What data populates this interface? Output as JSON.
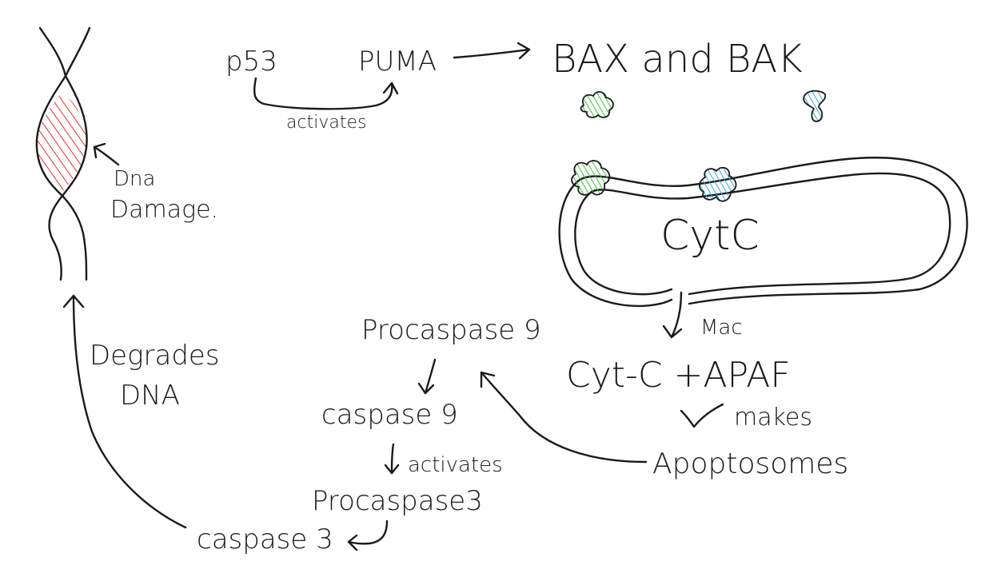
{
  "labels": {
    "p53": "p53",
    "puma": "PUMA",
    "activates_1": "activates",
    "bax_and_bak": "BAX and BAK",
    "dna_damage_line1": "Dna",
    "dna_damage_line2": "Damage.",
    "cytc_inside": "CytC",
    "mac": "Mac",
    "cytc_apaf": "Cyt-C +APAF",
    "makes": "makes",
    "apoptosomes": "Apoptosomes",
    "procaspase9": "Procaspase 9",
    "caspase9": "caspase 9",
    "activates_2": "activates",
    "procaspase3": "Procaspase3",
    "caspase3": "caspase 3",
    "degrades_line1": "Degrades",
    "degrades_line2": "DNA"
  },
  "colors": {
    "ink": "#1a1a1a",
    "damage_hatch": "#e03030",
    "bax_protein": "#3fbf3f",
    "bak_protein": "#3aa8e0"
  }
}
